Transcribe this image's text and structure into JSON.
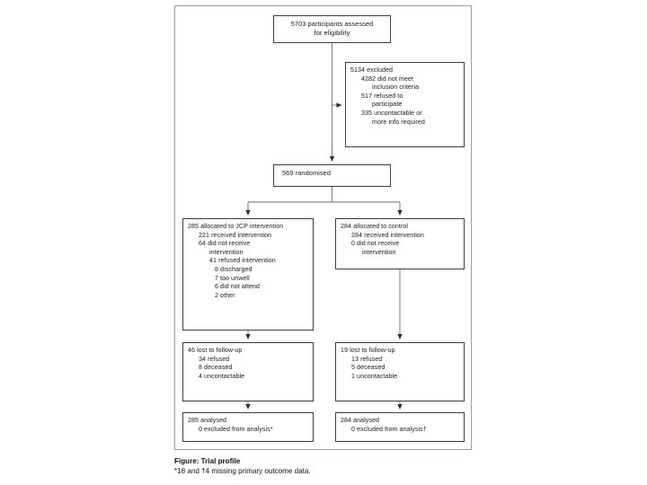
{
  "figure": {
    "caption_title": "Figure: Trial profile",
    "caption_note": "*18 and †4 missing primary outcome data.",
    "frame_border_color": "#a99aa0",
    "box_border_color": "#3d3d3d",
    "text_color": "#1a1a1a",
    "background_color": "#ffffff"
  },
  "chart_data": {
    "type": "diagram",
    "title": "Figure: Trial profile",
    "diagram_kind": "CONSORT participant flow diagram",
    "nodes": [
      {
        "id": "assessed",
        "lines": [
          {
            "text": "5703 participants assessed",
            "level": 0
          },
          {
            "text": "for eligibility",
            "level": 0
          }
        ]
      },
      {
        "id": "excluded",
        "lines": [
          {
            "text": "5134 excluded",
            "level": 0
          },
          {
            "text": "4282 did not meet",
            "level": 1
          },
          {
            "text": "inclusion criteria",
            "level": 2
          },
          {
            "text": "517 refused to",
            "level": 1
          },
          {
            "text": "participate",
            "level": 2
          },
          {
            "text": "335 uncontactable or",
            "level": 1
          },
          {
            "text": "more info required",
            "level": 2
          }
        ]
      },
      {
        "id": "randomised",
        "lines": [
          {
            "text": "569 randomised",
            "level": 0
          }
        ]
      },
      {
        "id": "alloc_intervention",
        "lines": [
          {
            "text": "285 allocated to JCP intervention",
            "level": 0
          },
          {
            "text": "221 received intervention",
            "level": 1
          },
          {
            "text": "64 did not receive",
            "level": 1
          },
          {
            "text": "intervention",
            "level": 2
          },
          {
            "text": "41 refused intervention",
            "level": 2
          },
          {
            "text": "8 discharged",
            "level": 2
          },
          {
            "text": "7 too unwell",
            "level": 2
          },
          {
            "text": "6 did not attend",
            "level": 2
          },
          {
            "text": "2 other",
            "level": 2
          }
        ]
      },
      {
        "id": "alloc_control",
        "lines": [
          {
            "text": "284 allocated to control",
            "level": 0
          },
          {
            "text": "284 received intervention",
            "level": 1
          },
          {
            "text": "0 did not receive",
            "level": 1
          },
          {
            "text": "intervention",
            "level": 2
          }
        ]
      },
      {
        "id": "ltfu_intervention",
        "lines": [
          {
            "text": "46 lost to follow-up",
            "level": 0
          },
          {
            "text": "34 refused",
            "level": 1
          },
          {
            "text": "8 deceased",
            "level": 1
          },
          {
            "text": "4 uncontactable",
            "level": 1
          }
        ]
      },
      {
        "id": "ltfu_control",
        "lines": [
          {
            "text": "19 lost to follow-up",
            "level": 0
          },
          {
            "text": "13 refused",
            "level": 1
          },
          {
            "text": "5 deceased",
            "level": 1
          },
          {
            "text": "1 uncontactable",
            "level": 1
          }
        ]
      },
      {
        "id": "analysed_intervention",
        "lines": [
          {
            "text": "285 analysed",
            "level": 0
          },
          {
            "text": "0 excluded from analysis*",
            "level": 1
          }
        ]
      },
      {
        "id": "analysed_control",
        "lines": [
          {
            "text": "284 analysed",
            "level": 0
          },
          {
            "text": "0 excluded from analysis†",
            "level": 1
          }
        ]
      }
    ],
    "edges": [
      {
        "from": "assessed",
        "to": "excluded",
        "style": "elbow-right-arrow"
      },
      {
        "from": "assessed",
        "to": "randomised",
        "style": "straight-down-arrow"
      },
      {
        "from": "randomised",
        "to": "alloc_intervention",
        "style": "split-left-arrow"
      },
      {
        "from": "randomised",
        "to": "alloc_control",
        "style": "split-right-arrow"
      },
      {
        "from": "alloc_intervention",
        "to": "ltfu_intervention",
        "style": "straight-down-arrow"
      },
      {
        "from": "alloc_control",
        "to": "ltfu_control",
        "style": "straight-down-arrow"
      },
      {
        "from": "ltfu_intervention",
        "to": "analysed_intervention",
        "style": "straight-down-arrow"
      },
      {
        "from": "ltfu_control",
        "to": "analysed_control",
        "style": "straight-down-arrow"
      }
    ]
  }
}
